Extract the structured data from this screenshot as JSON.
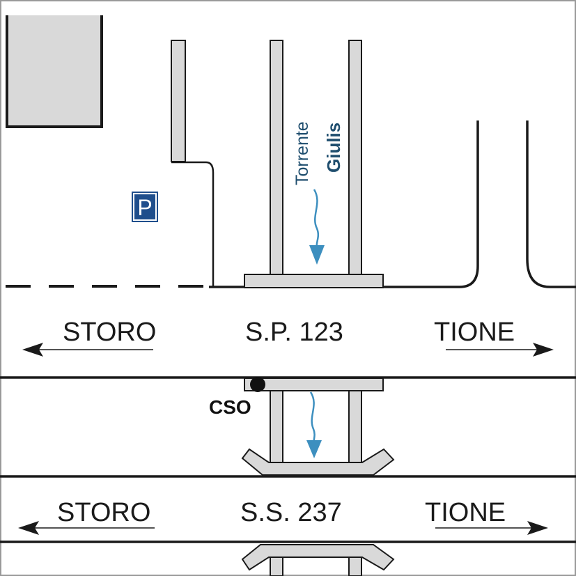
{
  "roads": {
    "upper": {
      "name": "S.P. 123",
      "left_destination": "STORO",
      "right_destination": "TIONE"
    },
    "lower": {
      "name": "S.S. 237",
      "left_destination": "STORO",
      "right_destination": "TIONE"
    }
  },
  "stream": {
    "name_line1": "Torrente",
    "name_line2": "Giulis"
  },
  "cso": {
    "label": "CSO"
  },
  "parking": {
    "letter": "P"
  },
  "colors": {
    "building_fill": "#d9d9d9",
    "line": "#1a1a1a",
    "stream_arrow": "#3d8fbf",
    "parking_bg": "#1f4e8c"
  }
}
